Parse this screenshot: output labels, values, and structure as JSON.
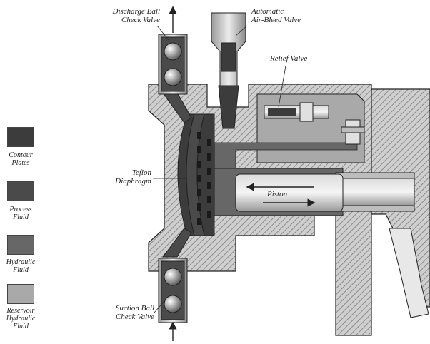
{
  "legend": [
    {
      "label": "Contour\nPlates",
      "color": "#3c3c3c"
    },
    {
      "label": "Process\nFluid",
      "color": "#4a4a4a"
    },
    {
      "label": "Hydraulic\nFluid",
      "color": "#676767"
    },
    {
      "label": "Reservoir\nHydraulic\nFluid",
      "color": "#a9a9a9"
    }
  ],
  "callouts": {
    "discharge": "Discharge Ball\nCheck Valve",
    "airbleed": "Automatic\nAir-Bleed Valve",
    "relief": "Relief Valve",
    "teflon": "Teflon\nDiaphragm",
    "piston": "Piston",
    "suction": "Suction Ball\nCheck Valve"
  },
  "colors": {
    "body_metal": "#c8c8c8",
    "hatch": "#8a8a8a",
    "contour": "#3c3c3c",
    "process": "#4a4a4a",
    "hydraulic": "#676767",
    "reservoir": "#a9a9a9",
    "outline": "#222222"
  }
}
